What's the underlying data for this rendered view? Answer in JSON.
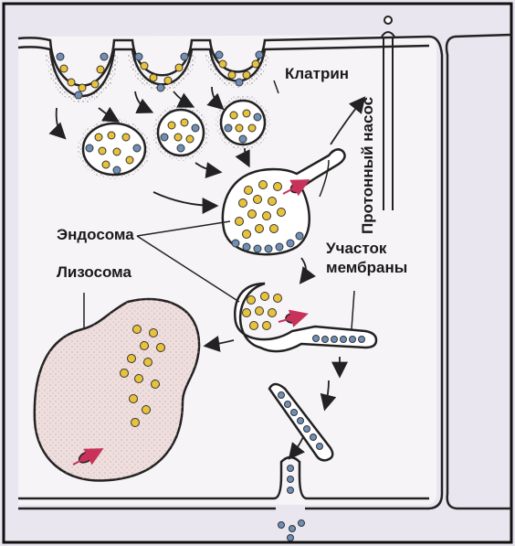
{
  "labels": {
    "clathrin": "Клатрин",
    "proton_pump": "Протонный насос",
    "endosome": "Эндосома",
    "membrane_segment_line1": "Участок",
    "membrane_segment_line2": "мембраны",
    "lysosome": "Лизосома"
  },
  "colors": {
    "background": "#e9e6ef",
    "cell_interior": "#f7f4f8",
    "membrane_outer": "#2a2a2a",
    "yellow_particle": "#e8c23a",
    "blue_receptor": "#6f8fb8",
    "proton_pump": "#c8325a",
    "lysosome_fill": "#efdede"
  }
}
